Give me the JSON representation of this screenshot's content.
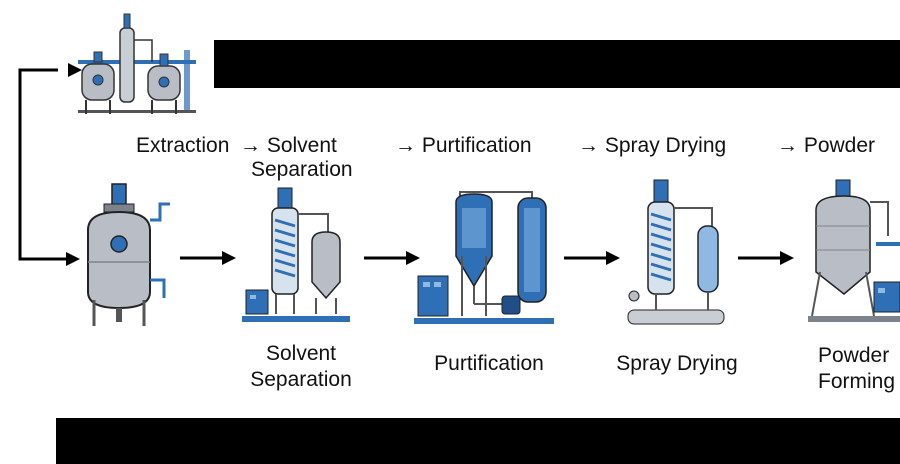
{
  "colors": {
    "steel": "#b9bec6",
    "steel_dark": "#7d838c",
    "blue": "#2f6fb5",
    "blue_light": "#8fb8e2",
    "black": "#000000"
  },
  "steps_top": {
    "extraction": "Extraction",
    "arrow1": "→ Solvent",
    "arrow1b": "Separation",
    "arrow2": "→ Purtification",
    "arrow3": "→ Spray Drying",
    "arrow4": "→ Powder"
  },
  "steps_bottom": {
    "solvent_line1": "Solvent",
    "solvent_line2": "Separation",
    "purification": "Purtification",
    "spray_drying": "Spray Drying",
    "powder_line1": "Powder",
    "powder_line2": "Forming"
  }
}
